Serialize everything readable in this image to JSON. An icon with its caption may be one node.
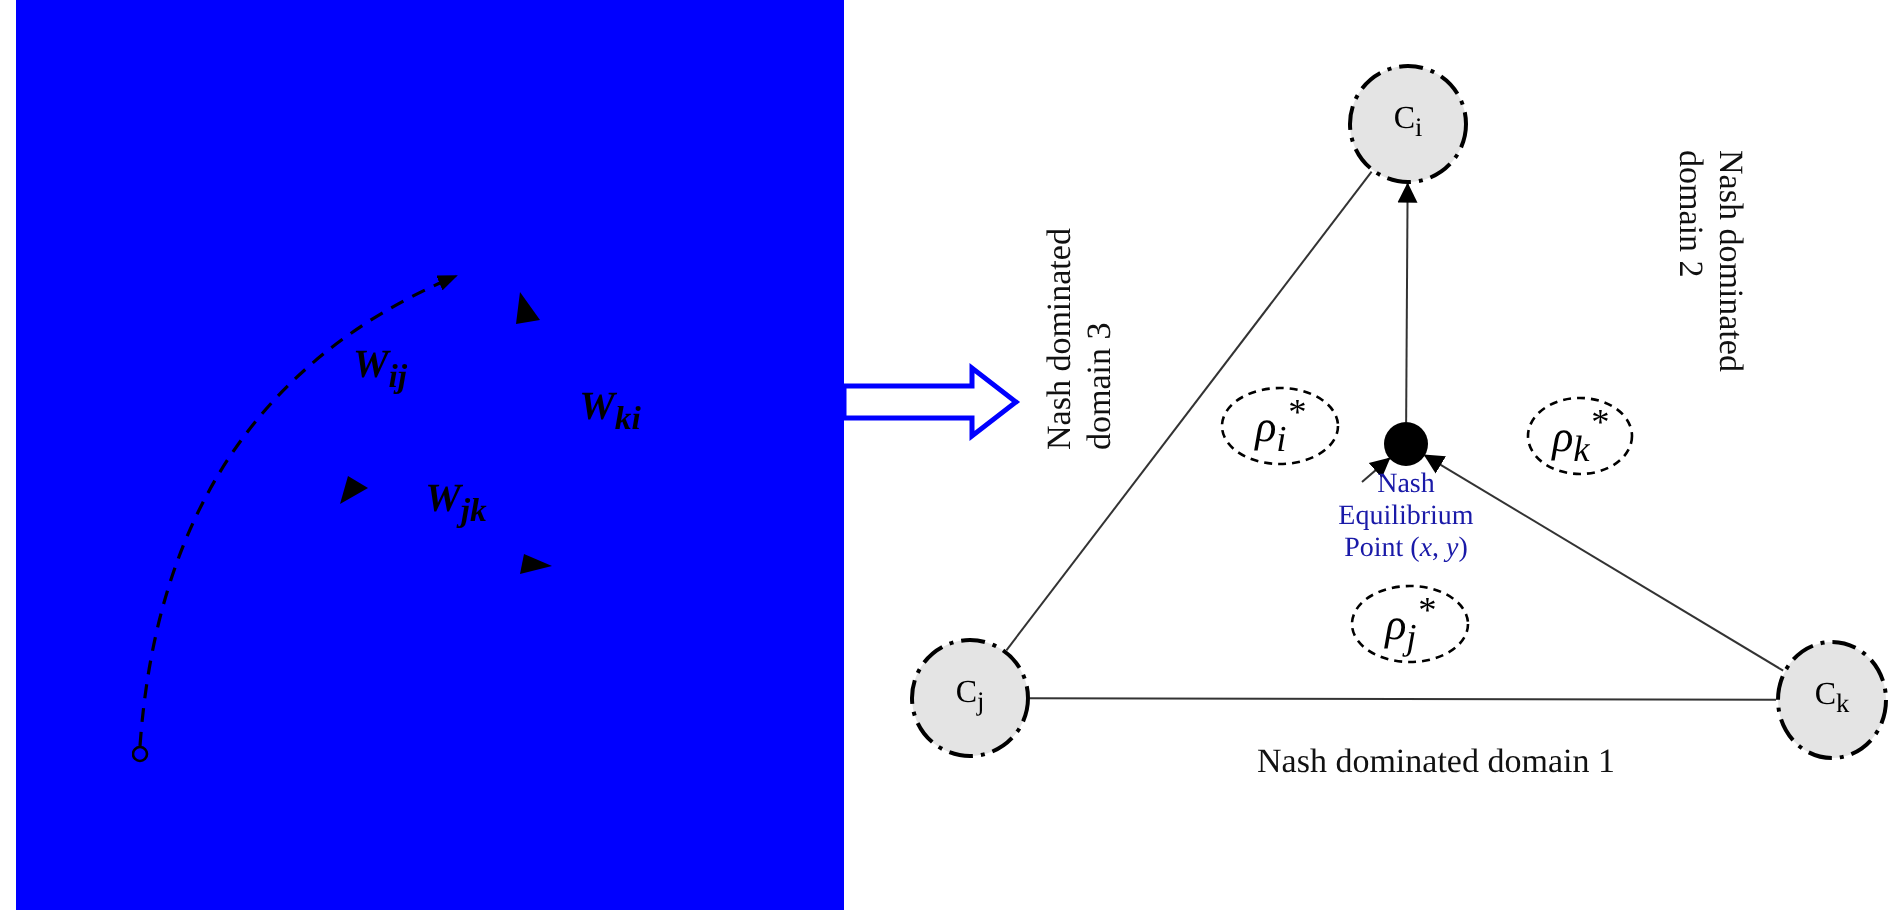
{
  "diagram": {
    "nodes": [
      {
        "text": [
          "W$_{ij}$",
          "W$_{ki}$",
          "W$_{jk}$"
        ]
      },
      {
        "text": [
          "C$_{i}$"
        ]
      },
      {
        "text": [
          "ρ$_{i}$$^{*}$"
        ]
      },
      {
        "text": [],
        "shape": "circle",
        "beside": [
          "Nash Equilibrium Point (*x*, *y*)"
        ]
      },
      {
        "text": [
          "ρ$_{k}$$^{*}$"
        ]
      },
      {
        "text": [
          "ρ$_{j}$$^{*}$"
        ]
      },
      {
        "text": [
          "C$_{j}$"
        ]
      },
      {
        "text": [
          "C$_{k}$"
        ]
      }
    ],
    "edges": [
      {
        "from": 0,
        "to": null,
        "arrow": "to",
        "color": "#0000ff"
      },
      {
        "from": 6,
        "to": 1,
        "arrow": "none"
      },
      {
        "from": 6,
        "to": 7,
        "arrow": "none"
      },
      {
        "from": 7,
        "to": 3,
        "arrow": "to"
      },
      {
        "from": 3,
        "to": 1,
        "arrow": "to"
      },
      {
        "from": null,
        "to": 3,
        "arrow": "to"
      }
    ],
    "labels": [
      "Nash dominated domain 3",
      "Nash dominated domain 2",
      "Nash dominated domain 1"
    ]
  }
}
